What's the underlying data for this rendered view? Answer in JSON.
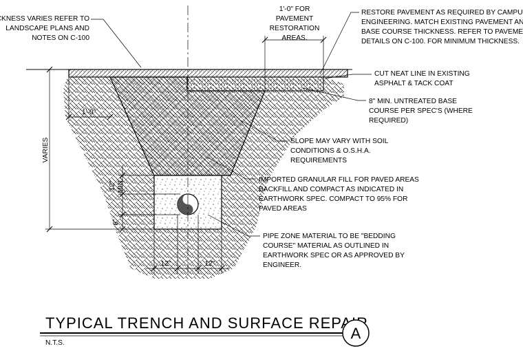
{
  "notes": {
    "thickness": [
      "THICKNESS VARIES REFER TO",
      "LANDSCAPE PLANS AND",
      "NOTES ON C-100"
    ],
    "pavement_width": [
      "1'-0\" FOR",
      "PAVEMENT",
      "RESTORATION",
      "AREAS."
    ],
    "restore": [
      "RESTORE PAVEMENT AS REQUIRED BY CAMPUS",
      "ENGINEERING.  MATCH EXISTING PAVEMENT AND",
      "BASE COURSE THICKNESS. REFER TO PAVEMENT",
      "DETAILS ON C-100. FOR MINIMUM THICKNESS."
    ],
    "cut_line": [
      "CUT NEAT LINE IN EXISTING",
      "ASPHALT & TACK COAT"
    ],
    "base_course": [
      "8\" MIN. UNTREATED BASE",
      "COURSE PER SPEC'S (WHERE",
      "REQUIRED)"
    ],
    "slope": [
      "SLOPE MAY VARY WITH SOIL",
      "CONDITIONS & O.S.H.A.",
      "REQUIREMENTS"
    ],
    "fill": [
      "IMPORTED GRANULAR FILL FOR PAVED AREAS",
      "BACKFILL AND COMPACT AS INDICATED IN",
      "EARTHWORK SPEC. COMPACT TO 95% FOR",
      "PAVED AREAS"
    ],
    "pipe_zone": [
      "PIPE ZONE MATERIAL TO BE \"BEDDING",
      "COURSE\" MATERIAL AS OUTLINED IN",
      "EARTHWORK SPEC OR AS APPROVED BY",
      "ENGINEER."
    ]
  },
  "dimensions": {
    "offset": "1'-0\"",
    "varies": "VARIES",
    "min_cover": "12\"",
    "min_label": "MIN.",
    "bedding": "6\"",
    "left_clear": "12\"",
    "right_clear": "12\""
  },
  "title": {
    "text": "TYPICAL TRENCH AND SURFACE REPAIR",
    "scale": "N.T.S.",
    "detail_id": "A"
  }
}
